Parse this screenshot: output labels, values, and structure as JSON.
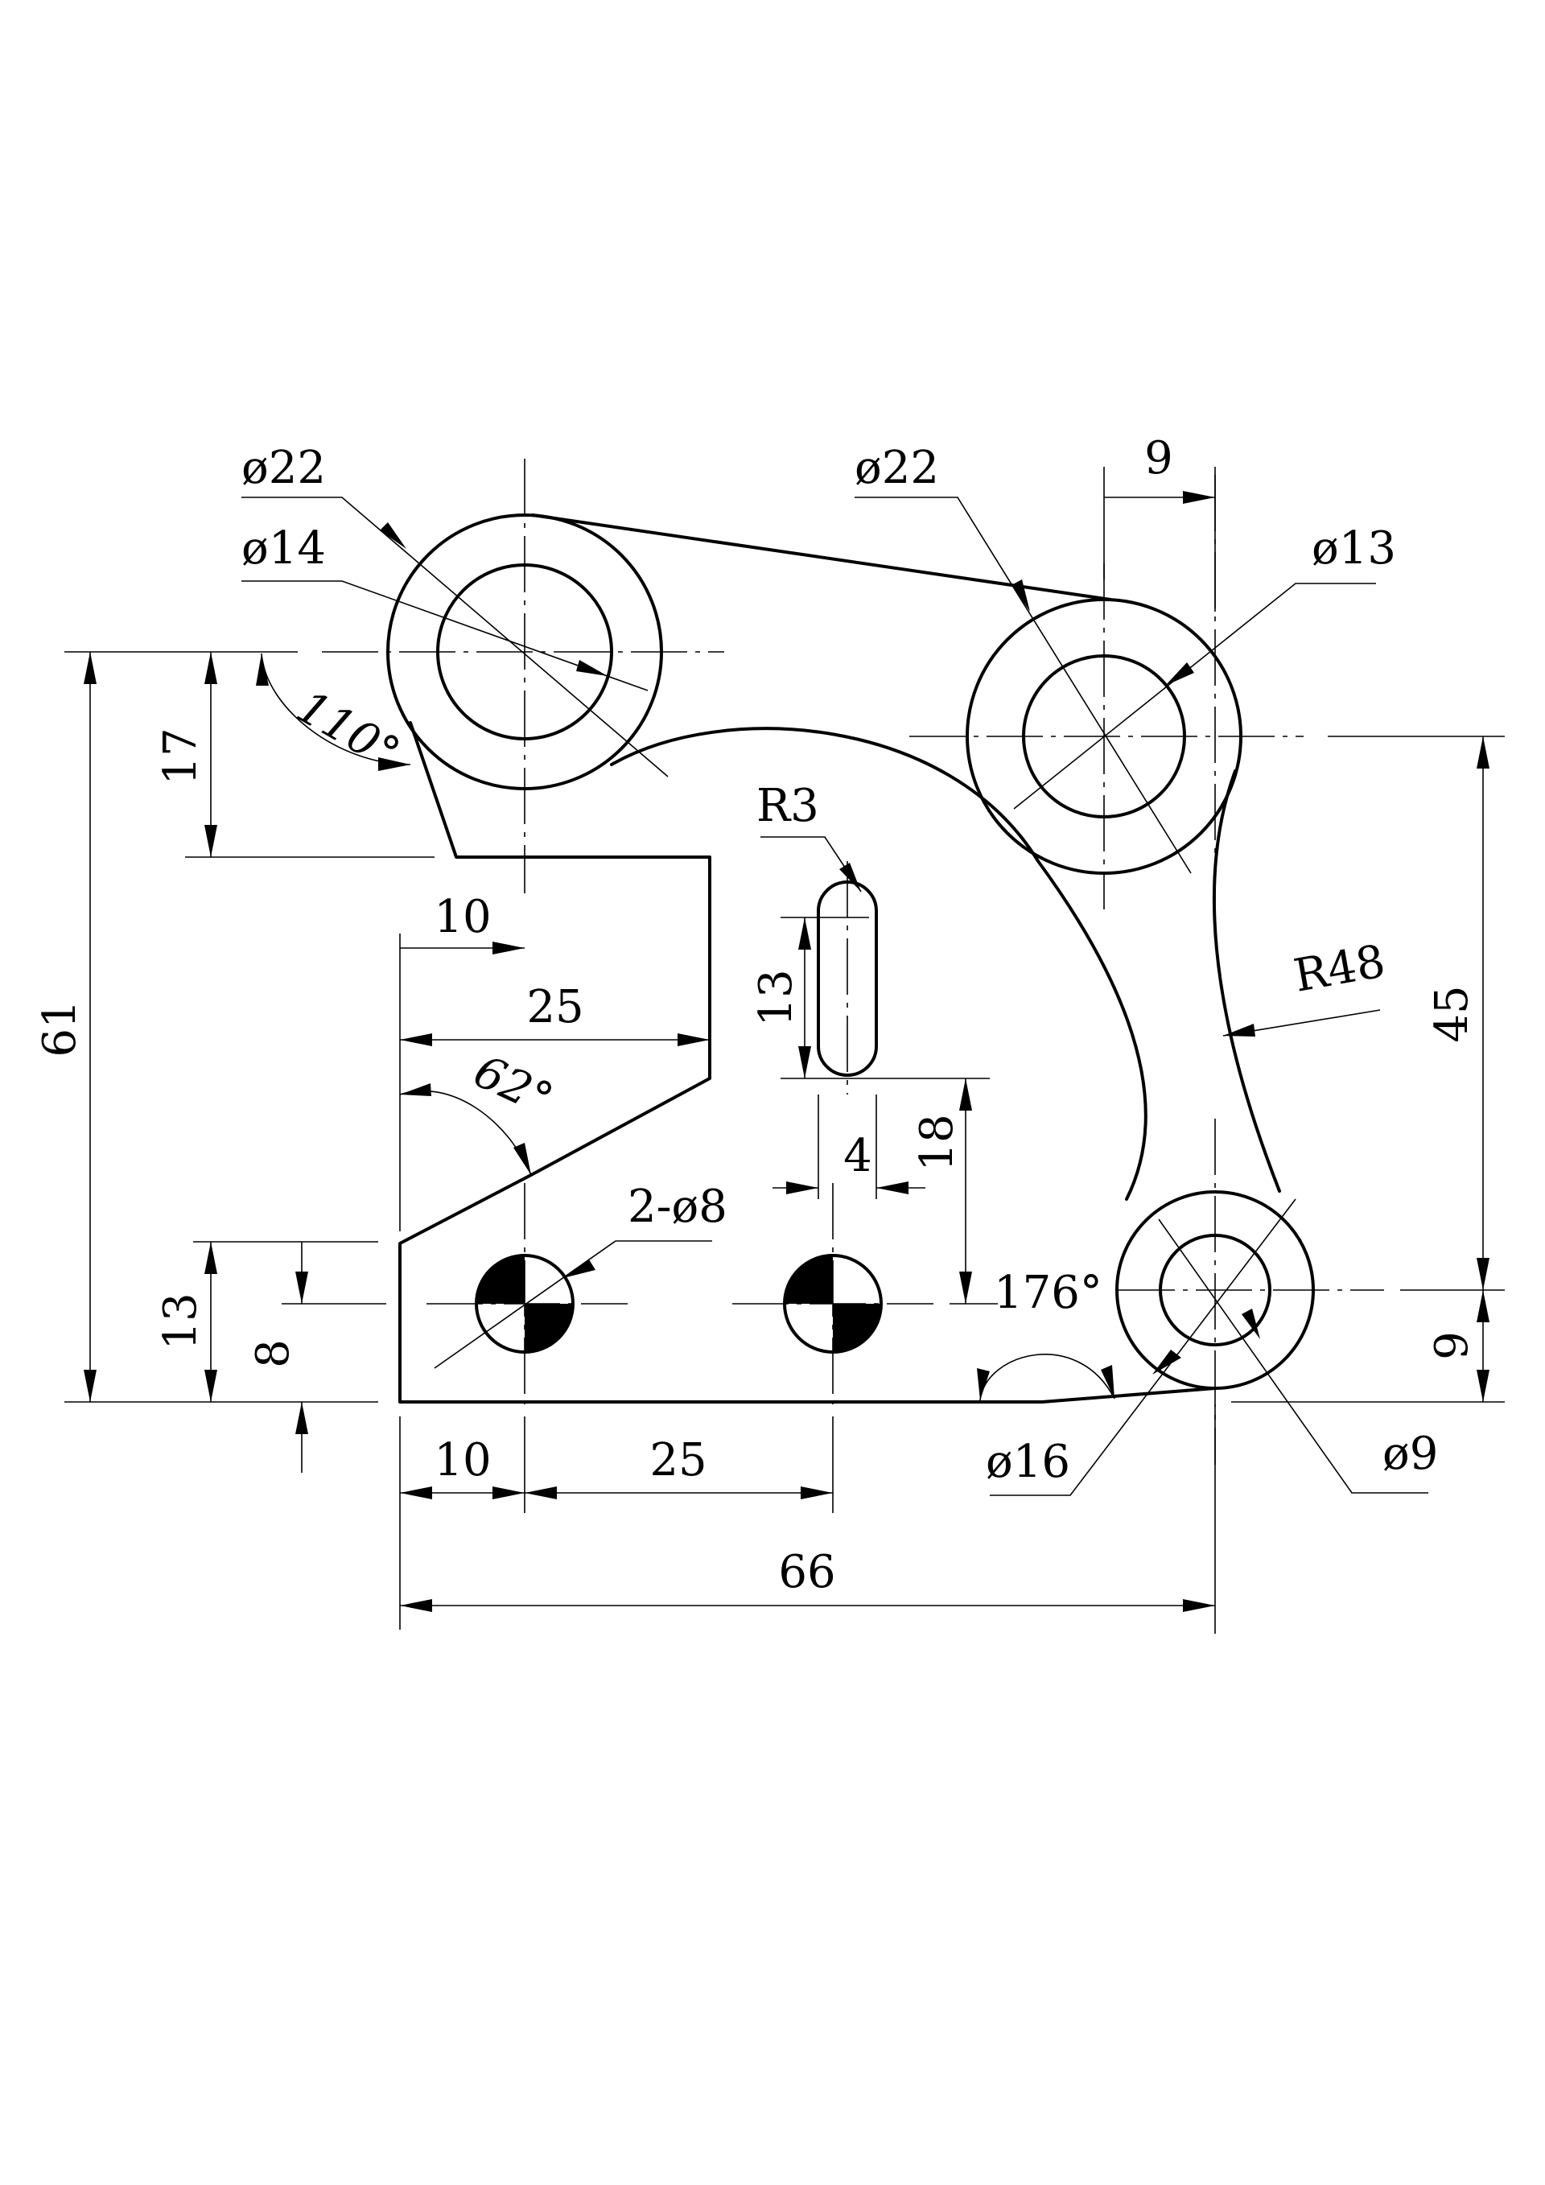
{
  "dims": {
    "d22_left": "ø22",
    "d14": "ø14",
    "d22_right": "ø22",
    "d13": "ø13",
    "d16": "ø16",
    "d9_hole": "ø9",
    "holes_2d8": "2-ø8",
    "r3": "R3",
    "r48": "R48",
    "ang_110": "110°",
    "ang_62": "62°",
    "ang_176": "176°",
    "len_61": "61",
    "len_17": "17",
    "len_13_left": "13",
    "len_8": "8",
    "len_10_top": "10",
    "len_25_top": "25",
    "len_13_slot": "13",
    "len_18": "18",
    "len_4": "4",
    "len_9_top": "9",
    "len_45": "45",
    "len_9_right": "9",
    "len_10_bottom": "10",
    "len_25_bottom": "25",
    "len_66": "66"
  },
  "colors": {
    "line": "#000000",
    "background": "#ffffff"
  }
}
